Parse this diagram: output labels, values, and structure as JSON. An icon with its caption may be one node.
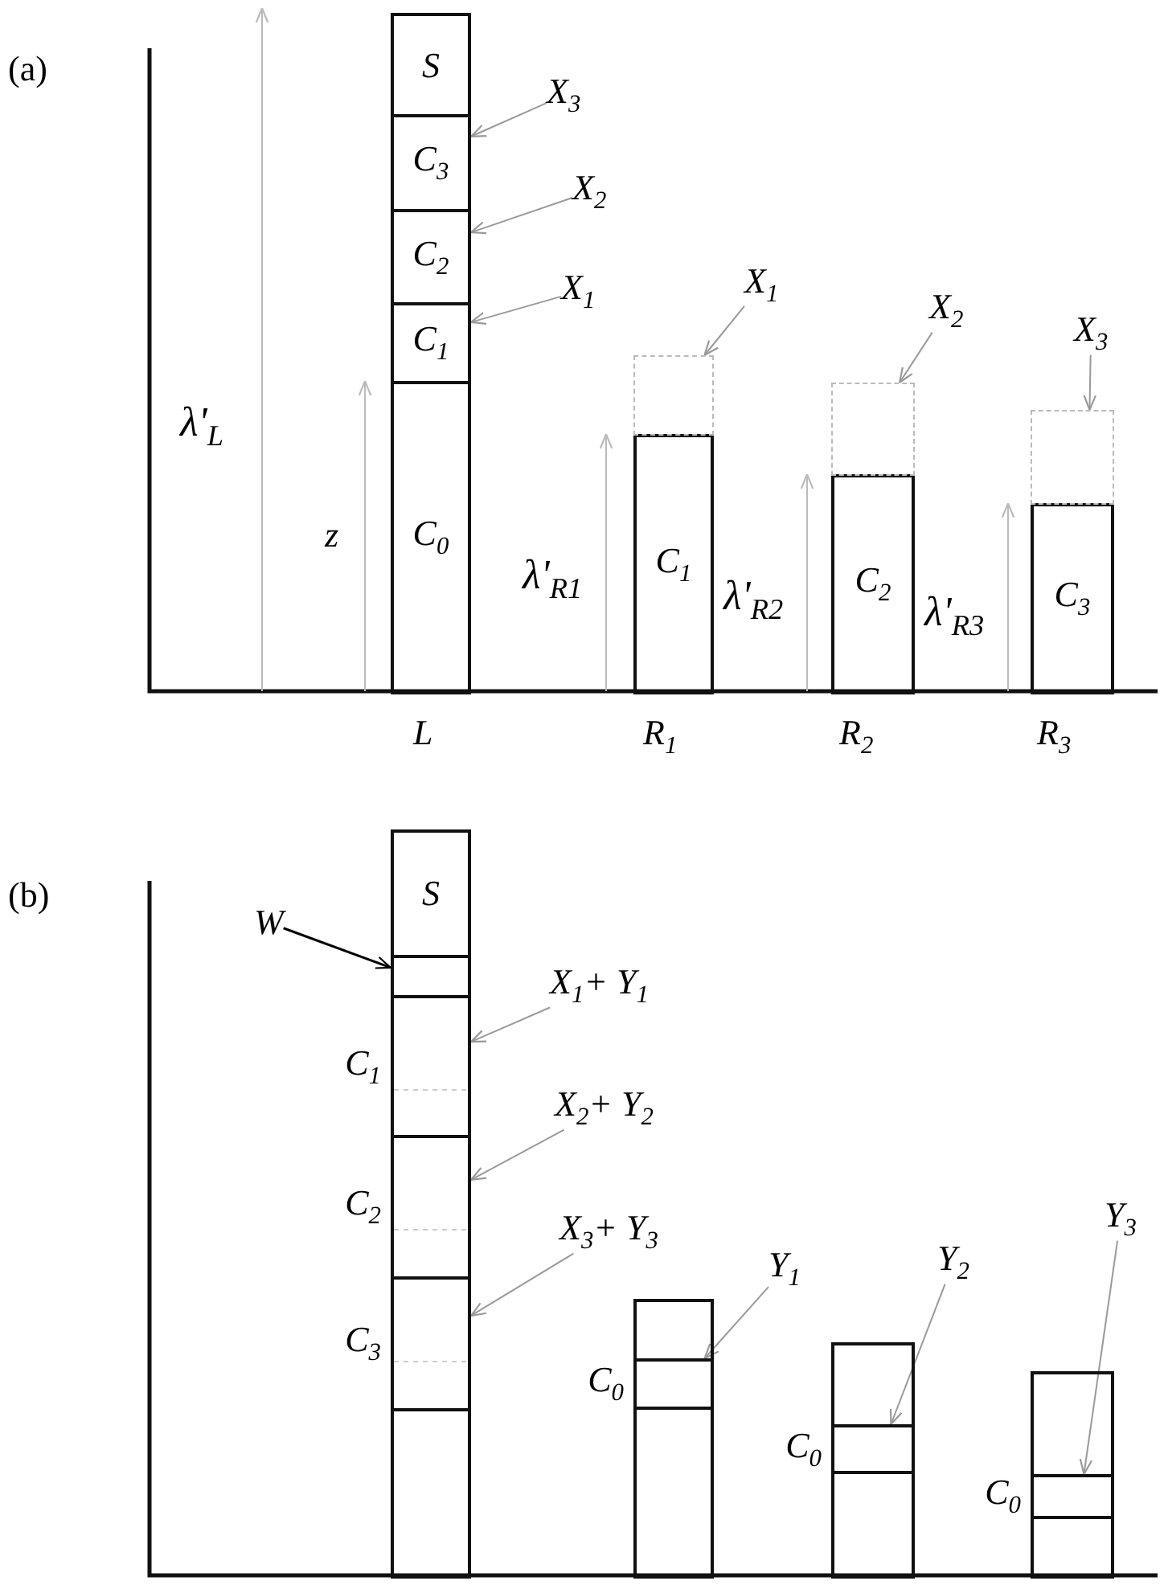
{
  "diagram": {
    "nodes": [
      {
        "text": [
          "S"
        ]
      },
      {
        "text": [
          "C$_{3}$"
        ]
      },
      {
        "text": [
          "C$_{2}$"
        ]
      },
      {
        "text": [
          "C$_{1}$"
        ]
      },
      {
        "text": [
          "C$_{0}$"
        ]
      },
      {
        "text": [
          "C$_{1}$"
        ]
      },
      {
        "text": [
          "C$_{2}$"
        ]
      },
      {
        "text": [
          "C$_{3}$"
        ]
      },
      {
        "text": [],
        "shape": "box"
      },
      {
        "text": [],
        "shape": "box"
      },
      {
        "text": [],
        "shape": "box"
      },
      {
        "text": [
          "X$_{3}$"
        ]
      },
      {
        "text": [
          "X$_{2}$"
        ]
      },
      {
        "text": [
          "X$_{1}$"
        ]
      },
      {
        "text": [
          "X$_{1}$"
        ]
      },
      {
        "text": [
          "X$_{2}$"
        ]
      },
      {
        "text": [
          "X$_{3}$"
        ]
      },
      {
        "text": [
          "S"
        ]
      },
      {
        "text": [],
        "shape": "box"
      },
      {
        "text": [],
        "shape": "box",
        "beside": [
          "C$_{1}$"
        ]
      },
      {
        "text": [],
        "shape": "box",
        "beside": [
          "C$_{2}$"
        ]
      },
      {
        "text": [],
        "shape": "box",
        "beside": [
          "C$_{3}$"
        ]
      },
      {
        "text": [],
        "shape": "box"
      },
      {
        "text": [],
        "shape": "box"
      },
      {
        "text": [],
        "shape": "box",
        "beside": [
          "C$_{0}$"
        ]
      },
      {
        "text": [],
        "shape": "box"
      },
      {
        "text": [],
        "shape": "box"
      },
      {
        "text": [],
        "shape": "box",
        "beside": [
          "C$_{0}$"
        ]
      },
      {
        "text": [],
        "shape": "box"
      },
      {
        "text": [],
        "shape": "box"
      },
      {
        "text": [],
        "shape": "box",
        "beside": [
          "C$_{0}$"
        ]
      },
      {
        "text": [],
        "shape": "box"
      },
      {
        "text": [
          "W"
        ]
      },
      {
        "text": [
          "X$_{1}$+ Y$_{1}$"
        ]
      },
      {
        "text": [
          "X$_{2}$+ Y$_{2}$"
        ]
      },
      {
        "text": [
          "X$_{3}$+ Y$_{3}$"
        ]
      },
      {
        "text": [
          "Y$_{1}$"
        ]
      },
      {
        "text": [
          "Y$_{2}$"
        ]
      },
      {
        "text": [
          "Y$_{3}$"
        ]
      }
    ],
    "edges": [
      {
        "from": 11,
        "to": 1,
        "arrow": "to"
      },
      {
        "from": 12,
        "to": 2,
        "arrow": "to"
      },
      {
        "from": 13,
        "to": 3,
        "arrow": "to"
      },
      {
        "from": 14,
        "to": 8,
        "arrow": "to"
      },
      {
        "from": 15,
        "to": 9,
        "arrow": "to"
      },
      {
        "from": 16,
        "to": 10,
        "arrow": "to"
      },
      {
        "from": 32,
        "to": 18,
        "arrow": "to",
        "color": "#000000"
      },
      {
        "from": 33,
        "to": 19,
        "arrow": "to"
      },
      {
        "from": 34,
        "to": 20,
        "arrow": "to"
      },
      {
        "from": 35,
        "to": 21,
        "arrow": "to"
      },
      {
        "from": 36,
        "to": 24,
        "arrow": "to"
      },
      {
        "from": 37,
        "to": 27,
        "arrow": "to"
      },
      {
        "from": 38,
        "to": 30,
        "arrow": "to"
      }
    ],
    "labels": [
      "(a)",
      "λ'$_{L}$",
      "z",
      "λ'$_{R1}$",
      "λ'$_{R2}$",
      "λ'$_{R3}$",
      "L",
      "R$_{1}$",
      "R$_{2}$",
      "R$_{3}$",
      "(b)"
    ]
  }
}
